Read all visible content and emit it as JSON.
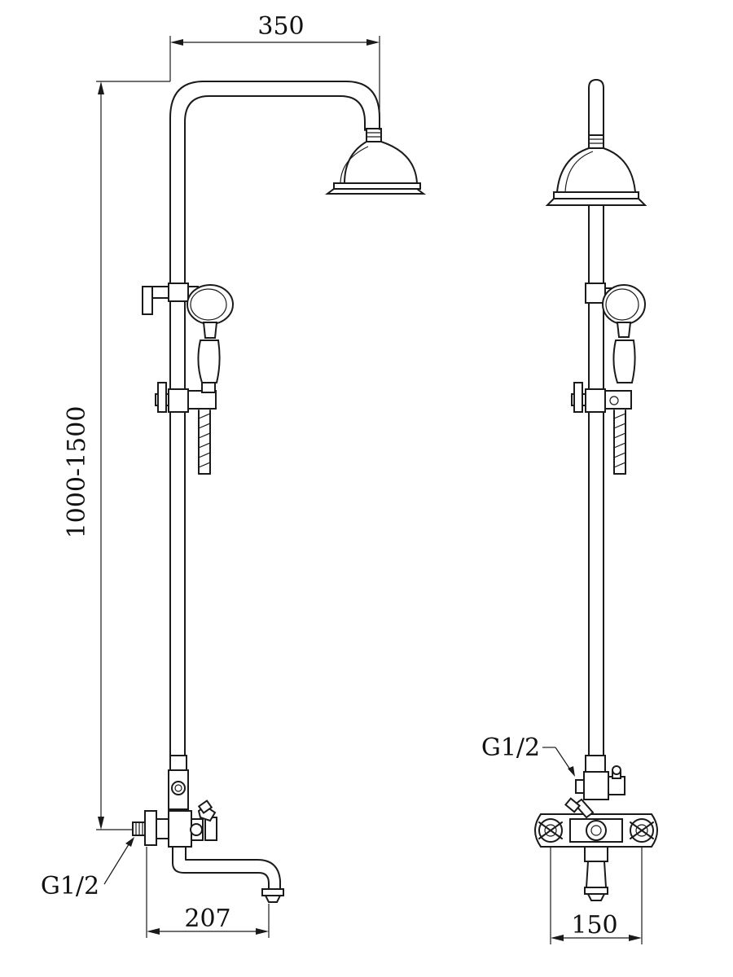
{
  "dimensions": {
    "top_width": "350",
    "height_range": "1000-1500",
    "bottom_left_width": "207",
    "bottom_right_width": "150"
  },
  "thread_labels": {
    "left": "G1/2",
    "right": "G1/2"
  }
}
